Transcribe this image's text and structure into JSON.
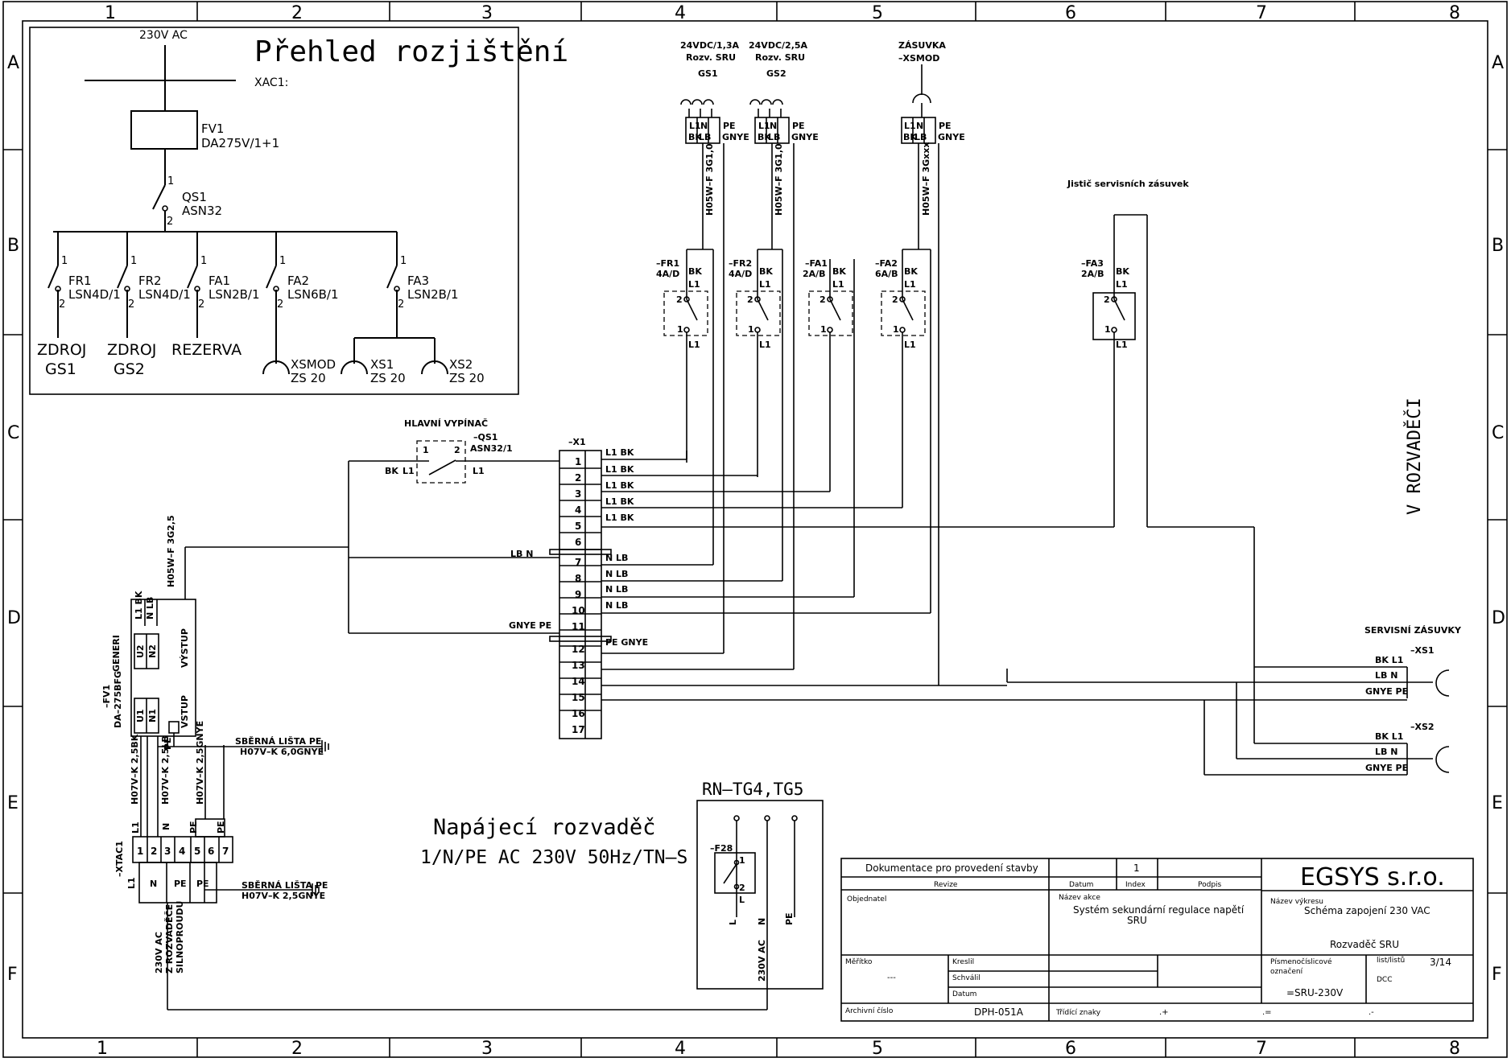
{
  "frame": {
    "columns": [
      "1",
      "2",
      "3",
      "4",
      "5",
      "6",
      "7",
      "8"
    ],
    "rows": [
      "A",
      "B",
      "C",
      "D",
      "E",
      "F"
    ]
  },
  "overview": {
    "title": "Přehled rozjištění",
    "supply": "230V AC",
    "xac": "XAC1:",
    "fv1_name": "FV1",
    "fv1_type": "DA275V/1+1",
    "qs1_name": "QS1",
    "qs1_type": "ASN32",
    "branches": [
      {
        "name": "FR1",
        "type": "LSN4D/1",
        "load1": "ZDROJ",
        "load2": "GS1"
      },
      {
        "name": "FR2",
        "type": "LSN4D/1",
        "load1": "ZDROJ",
        "load2": "GS2"
      },
      {
        "name": "FA1",
        "type": "LSN2B/1",
        "load1": "REZERVA",
        "load2": ""
      },
      {
        "name": "FA2",
        "type": "LSN6B/1",
        "load1": "XSMOD",
        "load2": "ZS 20"
      },
      {
        "name": "FA3",
        "type": "LSN2B/1",
        "load1": "",
        "load2": ""
      }
    ],
    "xs1_name": "XS1",
    "xs1_type": "ZS 20",
    "xs2_name": "XS2",
    "xs2_type": "ZS 20"
  },
  "sources": {
    "gs1_l1": "24VDC/1,3A",
    "gs1_l2": "Rozv. SRU",
    "gs1_l3": "GS1",
    "gs2_l1": "24VDC/2,5A",
    "gs2_l2": "Rozv. SRU",
    "gs2_l3": "GS2",
    "zas_l1": "ZÁSUVKA",
    "zas_l2": "–XSMOD"
  },
  "cables": {
    "c1": "H05W–F 3G1,0",
    "c2": "H05W–F 3G1,0",
    "c3": "H05W–F 3Gxxx",
    "c4": "H05W–F 3G2,5",
    "c5": "H07V–K 2,5BK",
    "c6": "H07V–K 2,5LB",
    "c7": "H07V–K 2,5GNYE",
    "pe1_l1": "SBĚRNÁ LIŠTA PE",
    "pe1_l2": "H07V–K 6,0GNYE",
    "pe2_l1": "SBĚRNÁ LIŠTA PE",
    "pe2_l2": "H07V–K 2,5GNYE"
  },
  "breakers": [
    {
      "name": "–FR1",
      "rating": "4A/D"
    },
    {
      "name": "–FR2",
      "rating": "4A/D"
    },
    {
      "name": "–FA1",
      "rating": "2A/B"
    },
    {
      "name": "–FA2",
      "rating": "6A/B"
    },
    {
      "name": "–FA3",
      "rating": "2A/B"
    }
  ],
  "labels": {
    "fa3_caption": "Jistič servisních zásuvek",
    "v_rozvadeci": "V ROZVADĚČI",
    "hlavni": "HLAVNÍ VYPÍNAČ",
    "qs1": "–QS1",
    "qs1_type": "ASN32/1",
    "x1": "–X1",
    "servisni": "SERVISNÍ ZÁSUVKY",
    "xs1": "–XS1",
    "xs2": "–XS2",
    "fv1": "–FV1",
    "fv1_type": "DA–275BFG",
    "generi": "GENERI",
    "vystup": "VÝSTUP",
    "vstup": "VSTUP",
    "xtac1": "–XTAC1",
    "supply_vert1": "230V AC",
    "supply_vert2": "Z ROZVADĚČE",
    "supply_vert3": "SILNOPROUDU",
    "napajeci1": "Napájecí rozvaděč",
    "napajeci2": "1/N/PE AC 230V 50Hz/TN–S",
    "rn": "RN–TG4,TG5",
    "f28": "–F28",
    "ac230": "230V AC"
  },
  "terminals": [
    "1",
    "2",
    "3",
    "4",
    "5",
    "6",
    "7",
    "8",
    "9",
    "10",
    "11",
    "12",
    "13",
    "14",
    "15",
    "16",
    "17"
  ],
  "titleblock": {
    "doc": "Dokumentace pro provedení stavby",
    "revize": "Revize",
    "datum": "Datum",
    "index": "Index",
    "index_val": "1",
    "podpis": "Podpis",
    "company": "EGSYS s.r.o.",
    "objednatel": "Objednatel",
    "nazev_akce": "Název akce",
    "akce_l1": "Systém sekundární regulace napětí",
    "akce_l2": "SRU",
    "nazev_vykresu": "Název výkresu",
    "vykres_l1": "Schéma zapojení 230 VAC",
    "vykres_l2": "Rozvaděč SRU",
    "meritko": "Měřítko",
    "meritko_val": "---",
    "kreslil": "Kreslil",
    "schvalil": "Schválil",
    "datum2": "Datum",
    "pismeno": "Písmenočíslicové",
    "oznaceni": "označení",
    "oznaceni_val": "=SRU-230V",
    "list_label": "list/listů",
    "list_val": "3/14",
    "dcc": "DCC",
    "archiv": "Archivní číslo",
    "archiv_val": "DPH-051A",
    "tridici": "Třídící znaky",
    "t1": ".+",
    "t2": ".=",
    "t3": ".-"
  }
}
